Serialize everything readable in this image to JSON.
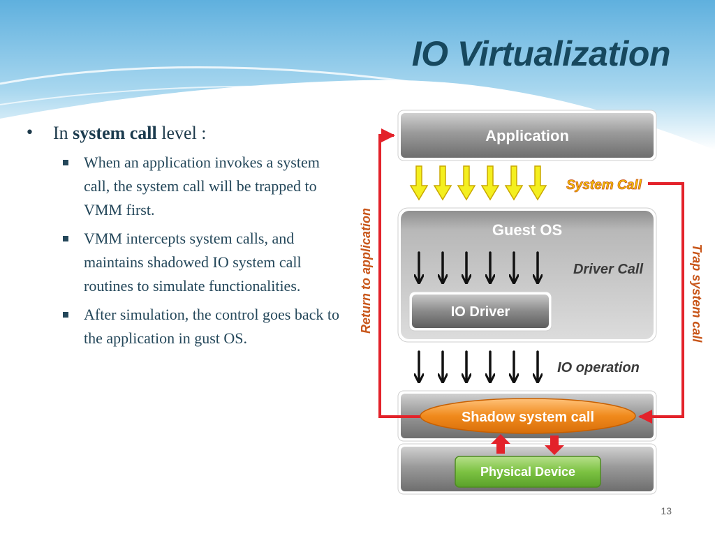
{
  "slide": {
    "title": "IO Virtualization",
    "page_number": "13"
  },
  "bullets": {
    "main": {
      "prefix": "In ",
      "bold": "system call",
      "suffix": " level :"
    },
    "sub": [
      "When an application invokes a system call, the system call will be trapped to VMM first.",
      "VMM intercepts system calls, and maintains shadowed IO system call routines to simulate functionalities.",
      "After simulation, the control goes back to the application in gust OS."
    ]
  },
  "diagram": {
    "application": "Application",
    "system_call": "System Call",
    "guest_os": "Guest OS",
    "driver_call": "Driver Call",
    "io_driver": "IO Driver",
    "io_operation": "IO operation",
    "shadow_system_call": "Shadow system call",
    "physical_device": "Physical Device",
    "return_to_application": "Return to application",
    "trap_system_call": "Trap system call",
    "colors": {
      "red_line": "#e3222a",
      "label_orange": "#c8561a",
      "yellow_arrow": "#f4ef1f",
      "shadow_orange": "#f08a1c",
      "device_green": "#7cc242"
    }
  }
}
